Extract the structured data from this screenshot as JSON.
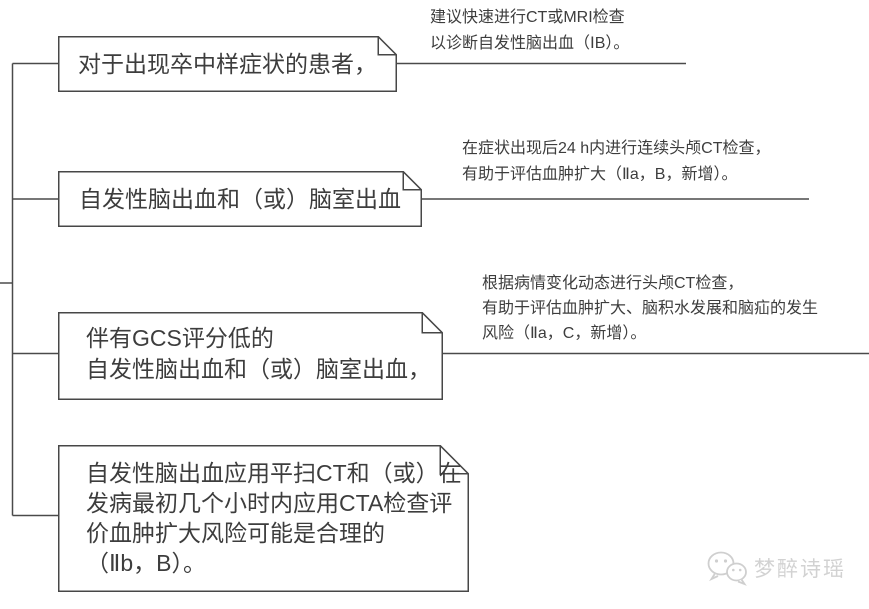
{
  "diagram": {
    "nodes": [
      {
        "id": "node-1",
        "lines": {
          "0": "对于出现卒中样症状的患者，"
        }
      },
      {
        "id": "node-2",
        "lines": {
          "0": "自发性脑出血和（或）脑室出血"
        }
      },
      {
        "id": "node-3",
        "lines": {
          "0": "伴有GCS评分低的",
          "1": "自发性脑出血和（或）脑室出血，"
        }
      },
      {
        "id": "node-4",
        "lines": {
          "0": "自发性脑出血应用平扫CT和（或）在",
          "1": "发病最初几个小时内应用CTA检查评",
          "2": "价血肿扩大风险可能是合理的",
          "3": "（Ⅱb，B）。"
        }
      }
    ],
    "annotations": [
      {
        "id": "annotation-1",
        "lines": {
          "0": "建议快速进行CT或MRI检查",
          "1": "以诊断自发性脑出血（ⅠB）。"
        }
      },
      {
        "id": "annotation-2",
        "lines": {
          "0": "在症状出现后24 h内进行连续头颅CT检查，",
          "1": "有助于评估血肿扩大（Ⅱa，B，新增）。"
        }
      },
      {
        "id": "annotation-3",
        "lines": {
          "0": "根据病情变化动态进行头颅CT检查，",
          "1": "有助于评估血肿扩大、脑积水发展和脑疝的发生",
          "2": "风险（Ⅱa，C，新增）。"
        }
      }
    ],
    "watermark": {
      "text": "梦醉诗瑶",
      "icon": "wechat-icon"
    },
    "colors": {
      "line": "#4a4a4a",
      "text": "#3d3d3d",
      "watermark": "#d2d2d2",
      "background": "#ffffff"
    }
  }
}
